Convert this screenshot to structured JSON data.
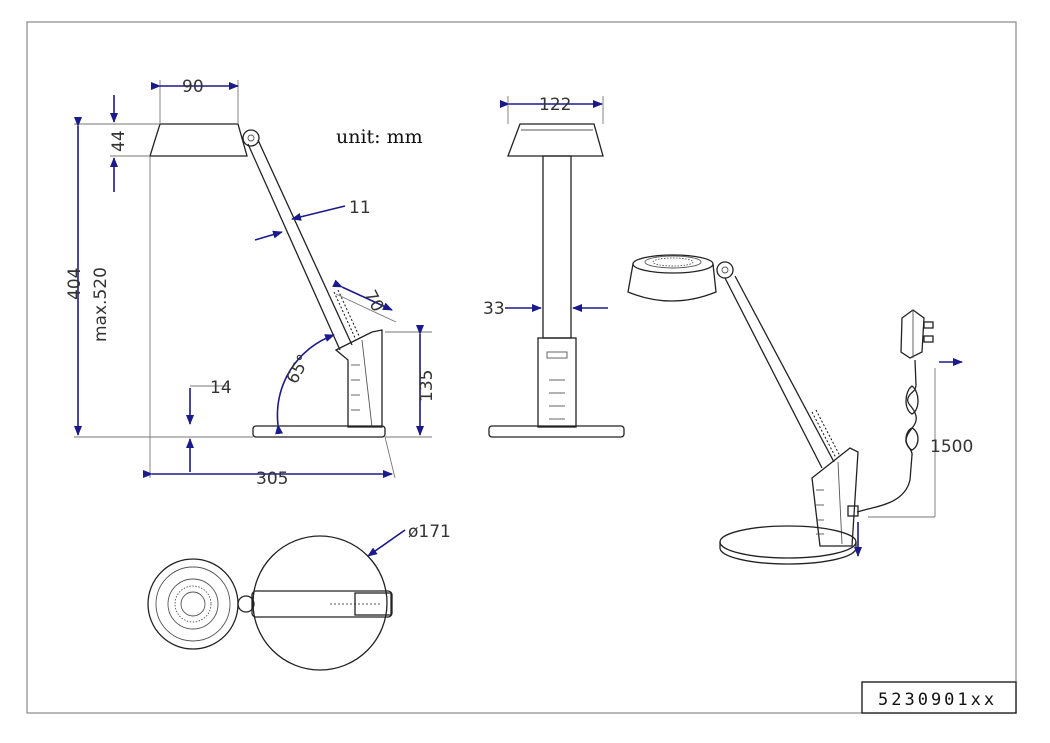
{
  "drawing": {
    "unit_label": "unit: mm",
    "part_number": "5230901xx"
  },
  "dimensions": {
    "head_width_side": "90",
    "head_height_side": "44",
    "arm_width": "11",
    "total_height": "404",
    "max_height": "max.520",
    "joint_length": "70",
    "angle": "65°",
    "base_thickness": "14",
    "stand_height": "135",
    "base_length": "305",
    "head_width_front": "122",
    "stem_width": "33",
    "base_diameter": "ø171",
    "cable_length": "1500"
  },
  "colors": {
    "outline": "#222222",
    "dimension_arrow": "#1a1a8c",
    "frame": "#888888"
  }
}
